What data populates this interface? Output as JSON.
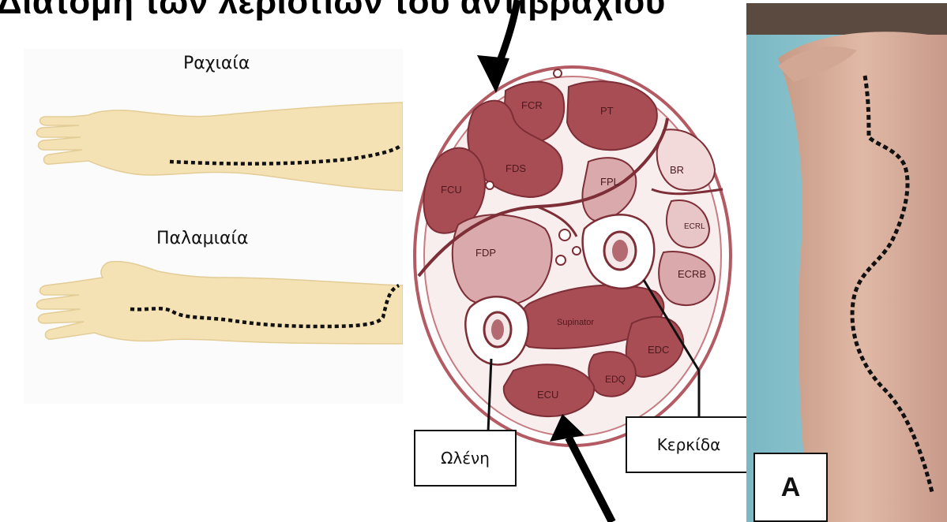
{
  "title": "Διατομή των λεριοτίων του αντιβραχίου",
  "dorsal_label": "Ραχιαία",
  "palmar_label": "Παλαμιαία",
  "muscles": {
    "fcr": "FCR",
    "pt": "PT",
    "fds": "FDS",
    "fcu": "FCU",
    "fpl": "FPL",
    "br": "BR",
    "ecrl": "ECRL",
    "ecrb": "ECRB",
    "fdp": "FDP",
    "supinator": "Supinator",
    "edc": "EDC",
    "edq": "EDQ",
    "ecu": "ECU"
  },
  "ulna_label": "Ωλένη",
  "radius_label": "Κερκίδα",
  "photo_label": "A",
  "colors": {
    "muscle": "#a94d55",
    "muscle_light": "#d9a9ab",
    "skin": "#f4e2b5",
    "outline": "#b35a62"
  }
}
